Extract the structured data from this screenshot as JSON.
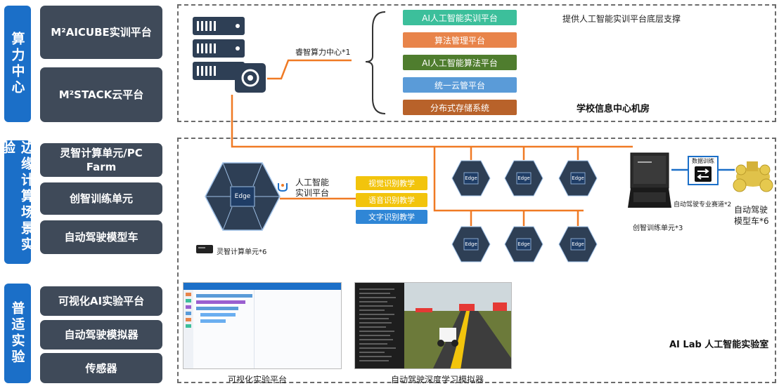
{
  "sections": {
    "compute": {
      "label": "算力中心",
      "items": [
        "M²AICUBE实训平台",
        "M²STACK云平台"
      ]
    },
    "edge": {
      "label": "边缘计算场景实验",
      "items": [
        "灵智计算单元/PC Farm",
        "创智训练单元",
        "自动驾驶模型车"
      ]
    },
    "general": {
      "label": "普适实验",
      "items": [
        "可视化AI实验平台",
        "自动驾驶模拟器",
        "传感器"
      ]
    }
  },
  "datacenter": {
    "server_label": "睿智算力中心*1",
    "platforms": [
      {
        "label": "AI人工智能实训平台",
        "color": "#3cbf9b"
      },
      {
        "label": "算法管理平台",
        "color": "#e8844a"
      },
      {
        "label": "AI人工智能算法平台",
        "color": "#4f7d2e"
      },
      {
        "label": "统一云管平台",
        "color": "#5a9bd8"
      },
      {
        "label": "分布式存储系统",
        "color": "#b8622a"
      }
    ],
    "support_note": "提供人工智能实训平台底层支撑",
    "room_label": "学校信息中心机房"
  },
  "lab": {
    "edge_center_label": "Edge",
    "ai_platform_label_1": "人工智能",
    "ai_platform_label_2": "实训平台",
    "teaching": [
      {
        "label": "视觉识别教学",
        "color": "#f2c40c"
      },
      {
        "label": "语音识别教学",
        "color": "#f2c40c"
      },
      {
        "label": "文字识别教学",
        "color": "#2f86d6"
      }
    ],
    "compute_unit_label": "灵智计算单元*6",
    "edge_node_label": "Edge",
    "training_unit_label": "创智训练单元*3",
    "track_label": "自动驾驶专业赛道*2",
    "data_training_label": "数据训练",
    "car_label_1": "自动驾驶",
    "car_label_2": "模型车*6",
    "visual_platform_caption": "可视化实验平台",
    "simulator_caption": "自动驾驶深度学习模拟器",
    "lab_label": "AI Lab 人工智能实验室"
  },
  "colors": {
    "accent_blue": "#1b6fc8",
    "box_dark": "#3f4a59",
    "line_orange": "#f07a24",
    "hex_dark": "#2e3f55"
  }
}
